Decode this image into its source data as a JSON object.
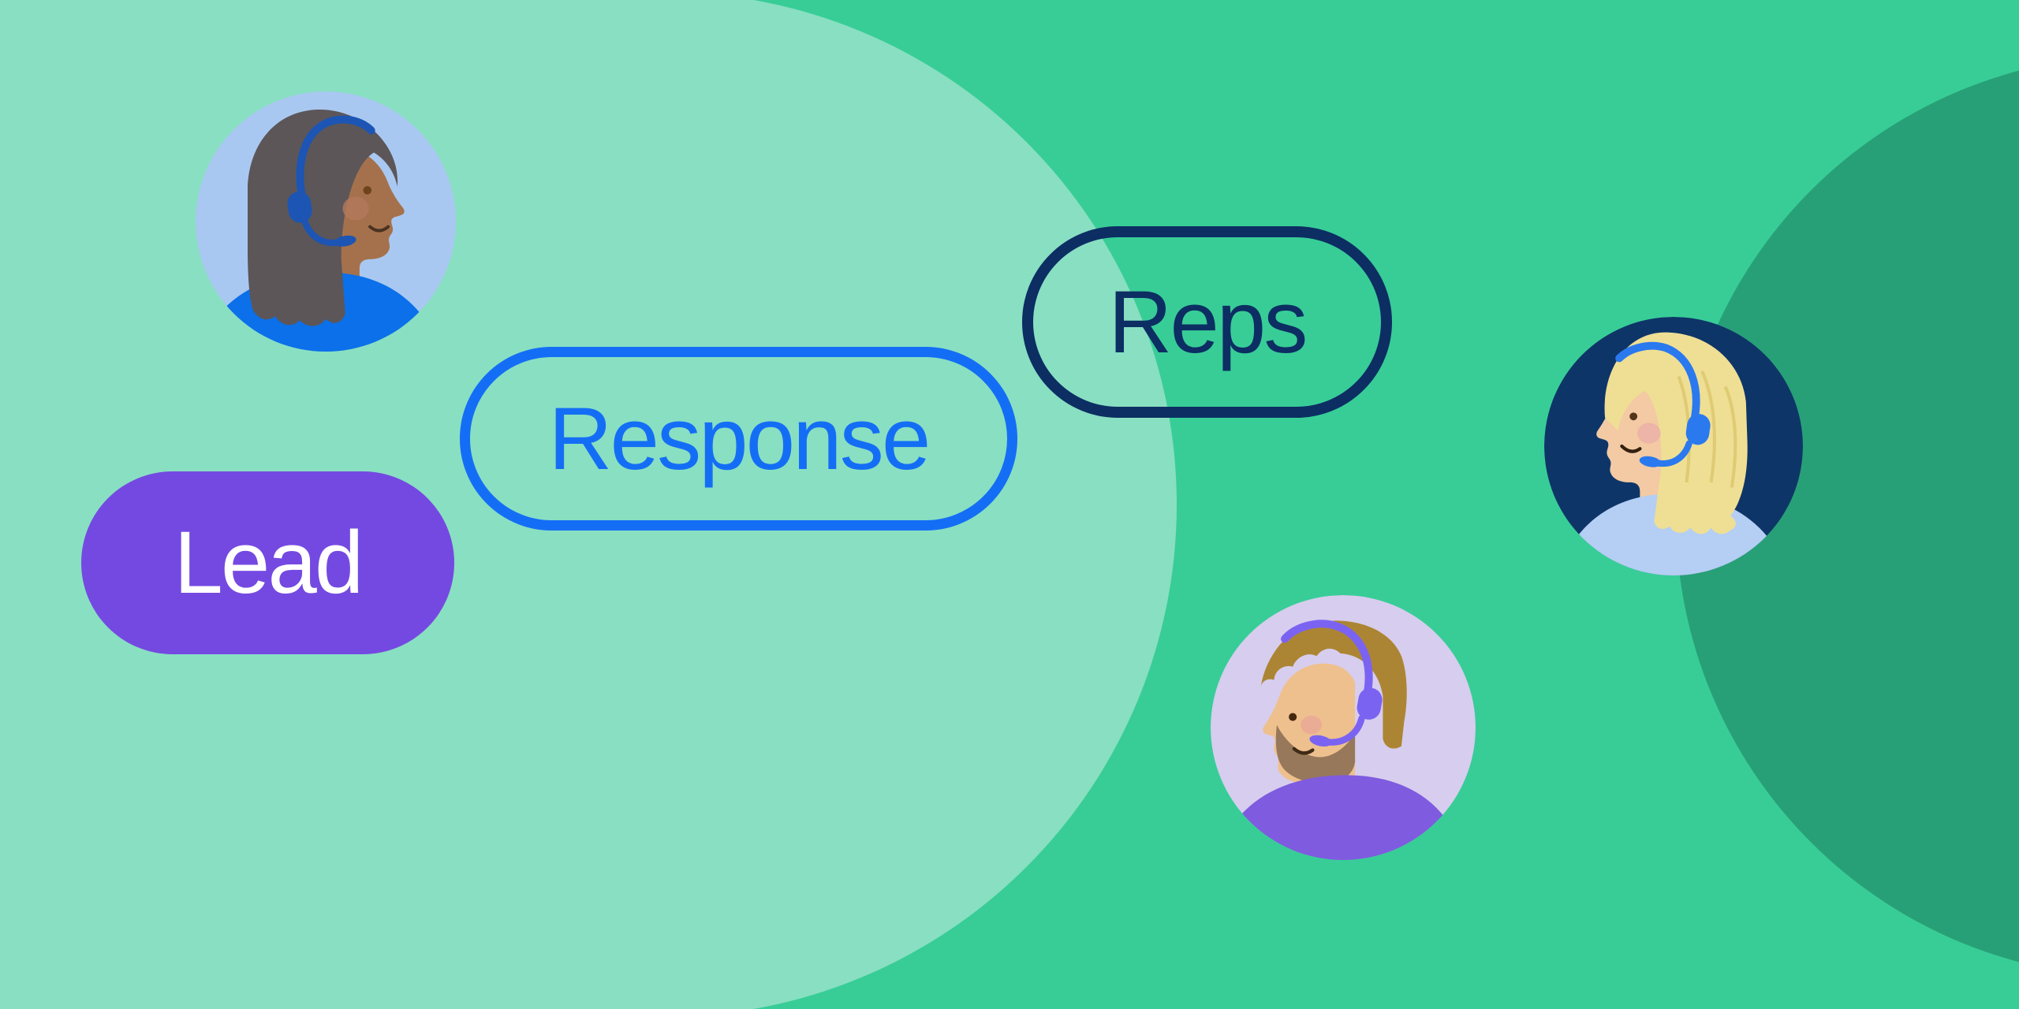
{
  "illustration": {
    "description": "Customer support hero illustration with three labeled pills and three agents wearing headsets",
    "labels": {
      "lead": "Lead",
      "response": "Response",
      "reps": "Reps"
    },
    "palette": {
      "background_green": "#38CD97",
      "light_green_blob": "#89DFC2",
      "dark_green_circle": "#28A077",
      "lead_pill_fill": "#7449E1",
      "lead_text": "#FFFFFF",
      "response_blue": "#146EF5",
      "reps_navy": "#0C2E63"
    },
    "avatars": [
      {
        "name": "agent-dark-hair",
        "facing": "right",
        "circle_background": "#A9C8F1",
        "hair": "#5C5659",
        "skin": "#A5714C",
        "shirt": "#0B70E9",
        "headset": "#1C55B4"
      },
      {
        "name": "agent-blonde",
        "facing": "left",
        "circle_background": "#0E3568",
        "hair": "#EFDF94",
        "skin": "#F3CAA3",
        "shirt": "#B4CEF4",
        "headset": "#2B79EF"
      },
      {
        "name": "agent-bearded",
        "facing": "left",
        "circle_background": "#D7CDEE",
        "hair": "#AC8534",
        "beard": "#97785A",
        "skin": "#EEC08E",
        "shirt": "#7E5BDF",
        "headset": "#7B63F2"
      }
    ]
  }
}
